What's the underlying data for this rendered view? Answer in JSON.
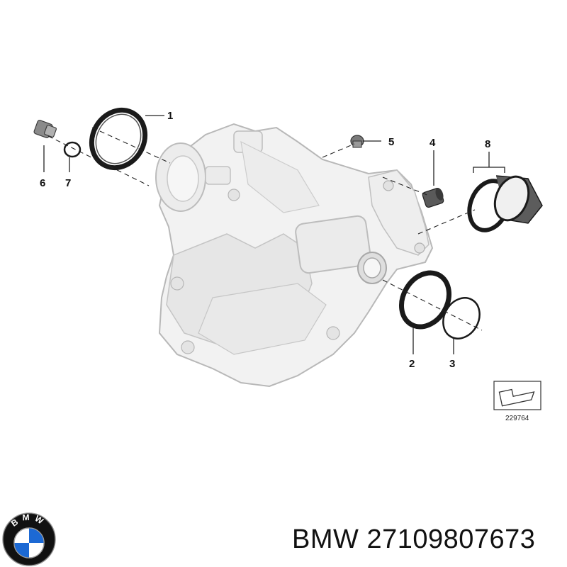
{
  "diagram": {
    "callouts": [
      "1",
      "2",
      "3",
      "4",
      "5",
      "6",
      "7",
      "8"
    ],
    "reference_number": "229764"
  },
  "footer": {
    "brand": "BMW",
    "part_number": "27109807673",
    "logo_letters": "BMW"
  },
  "colors": {
    "housing": "#f2f2f2",
    "housing_shade": "#dcdcdc",
    "seal": "#1a1a1a",
    "logo_blue": "#1c69d4",
    "logo_ring": "#111111"
  }
}
